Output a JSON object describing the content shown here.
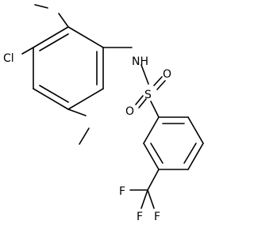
{
  "molecule": {
    "atoms": {
      "cl": "Cl",
      "nh": "NH",
      "s": "S",
      "o_top": "O",
      "o_bottom": "O",
      "f1": "F",
      "f2": "F",
      "f3": "F"
    },
    "colors": {
      "bond": "#000000",
      "label": "#000000",
      "background": "#ffffff"
    }
  }
}
